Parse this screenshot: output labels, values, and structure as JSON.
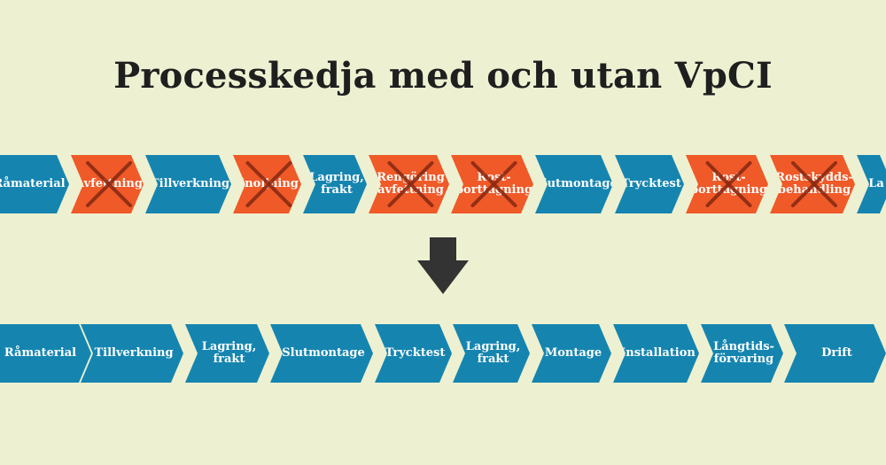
{
  "title": "Processkedja med och utan VpCI",
  "colors": {
    "background": "#edf1d1",
    "kept_step": "#1585b0",
    "removed_step": "#ef5a28",
    "cross": "#8a2a12",
    "arrow": "#333333"
  },
  "chain_with_steps": [
    {
      "label": "Råmaterial",
      "removed": false
    },
    {
      "label": "Avfettning",
      "removed": true
    },
    {
      "label": "Tillverkning",
      "removed": false
    },
    {
      "label": "Inoljning",
      "removed": true
    },
    {
      "label": "Lagring,\nfrakt",
      "removed": false
    },
    {
      "label": "Rengöring\navfettning",
      "removed": true
    },
    {
      "label": "Rost-\nborttagning",
      "removed": true
    },
    {
      "label": "Slutmontage",
      "removed": false
    },
    {
      "label": "Trycktest",
      "removed": false
    },
    {
      "label": "Rost-\nborttagning",
      "removed": true
    },
    {
      "label": "Rostskydds-\nbehandling",
      "removed": true
    },
    {
      "label": "La",
      "removed": false
    }
  ],
  "chain_without_steps": [
    {
      "label": "Råmaterial"
    },
    {
      "label": "Tillverkning"
    },
    {
      "label": "Lagring,\nfrakt"
    },
    {
      "label": "Slutmontage"
    },
    {
      "label": "Trycktest"
    },
    {
      "label": "Lagring,\nfrakt"
    },
    {
      "label": "Montage"
    },
    {
      "label": "Installation"
    },
    {
      "label": "Långtids-\nförvaring"
    },
    {
      "label": "Drift"
    }
  ],
  "icons": {
    "transition": "arrow-down-icon",
    "removed_marker": "cross-icon"
  }
}
